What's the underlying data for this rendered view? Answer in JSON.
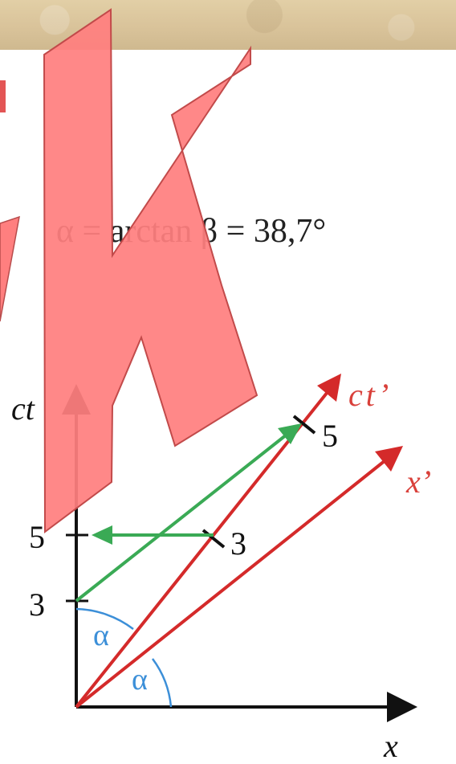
{
  "formula": {
    "text": "α = arctan β = 38,7°"
  },
  "diagram": {
    "colors": {
      "axis": "#111111",
      "red": "#d42a2a",
      "green": "#3aaa55",
      "blue": "#3c8fd8",
      "logo": "#ff7f7f",
      "red_label": "#d9403a"
    },
    "labels": {
      "ct": "ct",
      "x": "x",
      "ct_prime": "ct’",
      "x_prime": "x’",
      "alpha_upper": "α",
      "alpha_lower": "α",
      "tick_5_ct": "5",
      "tick_3_ct": "3",
      "tick_3_ctp": "3",
      "tick_5_ctp": "5"
    }
  },
  "logo": {
    "icon": "k-logo-icon"
  }
}
